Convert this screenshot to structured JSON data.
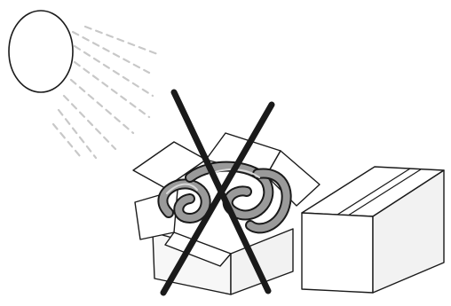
{
  "illustration": {
    "icons": {
      "sun": "sun-icon",
      "rays": "sun-rays",
      "open_box": "open-box",
      "hose": "coiled-hose",
      "prohibition": "cross-mark",
      "closed_box": "closed-box"
    },
    "colors": {
      "line": "#1a1a1a",
      "ray": "#c8c8c8",
      "hose_fill": "#9a9a9a",
      "hose_light": "#d8d8d8",
      "box_shade": "#f2f2f2",
      "background": "#ffffff"
    }
  }
}
